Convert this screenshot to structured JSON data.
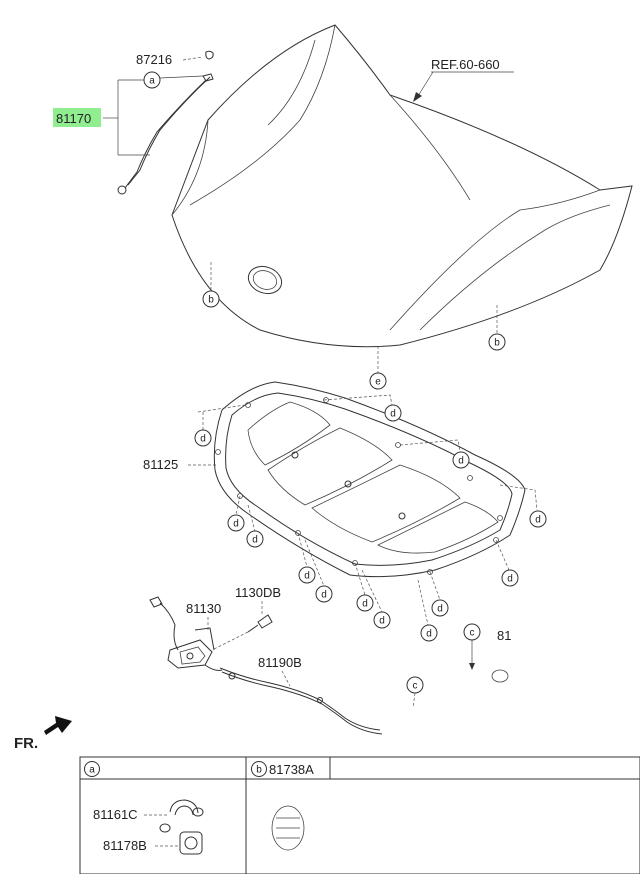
{
  "parts": {
    "p87216": "87216",
    "p81170": "81170",
    "ref": "REF.60-660",
    "p81125": "81125",
    "p1130DB": "1130DB",
    "p81130": "81130",
    "p81190B": "81190B",
    "p81_partial": "81",
    "fr": "FR."
  },
  "callouts": {
    "a": "a",
    "b": "b",
    "c": "c",
    "d": "d",
    "e": "e"
  },
  "legend": {
    "col_a": {
      "key": "a",
      "parts": [
        "81161C",
        "81178B"
      ]
    },
    "col_b": {
      "key": "b",
      "part": "81738A"
    }
  },
  "colors": {
    "highlight": "#90ee90",
    "line": "#333333"
  }
}
